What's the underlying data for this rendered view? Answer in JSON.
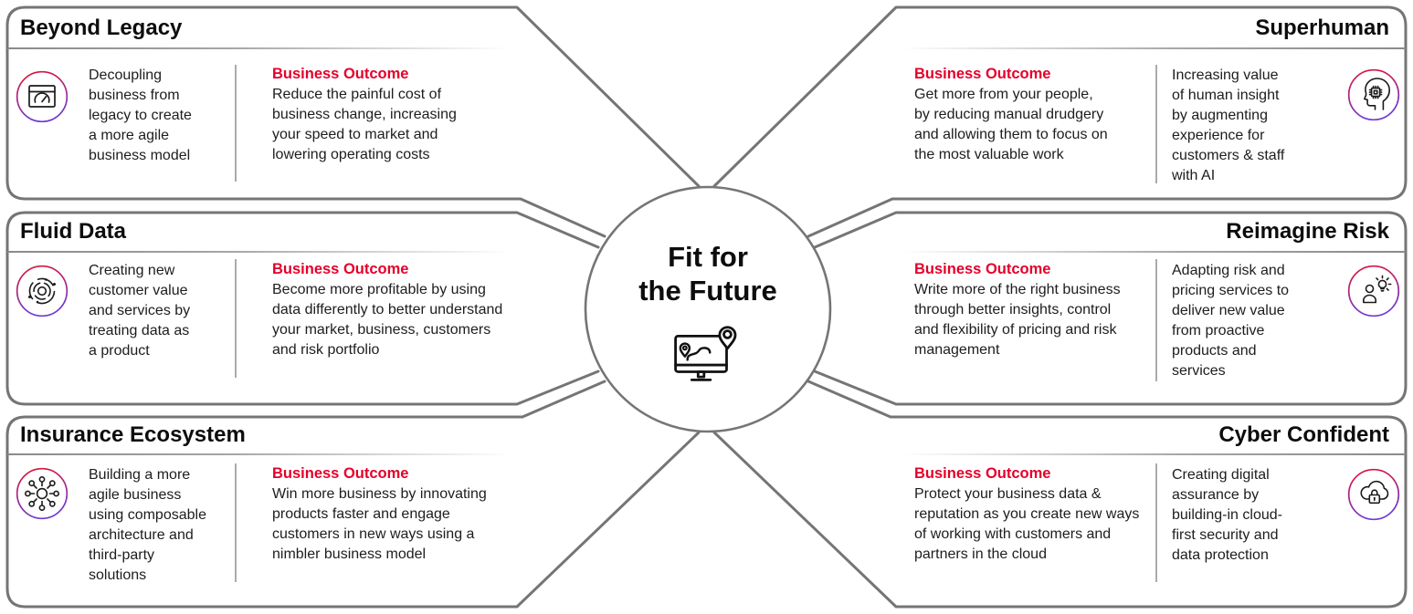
{
  "diagram": {
    "center": {
      "title": "Fit for\nthe Future",
      "icon": "map-monitor-icon"
    },
    "panels": [
      {
        "id": "beyond-legacy",
        "side": "left",
        "title": "Beyond Legacy",
        "icon": "gauge-browser-icon",
        "description": "Decoupling\nbusiness from\nlegacy to create\na more agile\nbusiness model",
        "outcome_label": "Business Outcome",
        "outcome": "Reduce the painful cost of\nbusiness change, increasing\nyour speed to market and\nlowering operating costs"
      },
      {
        "id": "fluid-data",
        "side": "left",
        "title": "Fluid Data",
        "icon": "data-orbit-icon",
        "description": "Creating new\ncustomer value\nand services by\ntreating data as\na product",
        "outcome_label": "Business Outcome",
        "outcome": "Become more profitable by using\ndata differently to better understand\nyour market, business, customers\nand risk portfolio"
      },
      {
        "id": "insurance-ecosystem",
        "side": "left",
        "title": "Insurance Ecosystem",
        "icon": "network-hub-icon",
        "description": "Building a more\nagile business\nusing composable\narchitecture and\nthird-party\nsolutions",
        "outcome_label": "Business Outcome",
        "outcome": "Win more business by innovating\nproducts faster and engage\ncustomers in new ways using a\nnimbler business model"
      },
      {
        "id": "superhuman",
        "side": "right",
        "title": "Superhuman",
        "icon": "ai-head-icon",
        "description": "Increasing value\nof human insight\nby augmenting\nexperience for\ncustomers & staff\nwith AI",
        "outcome_label": "Business Outcome",
        "outcome": "Get more from your people,\nby reducing manual drudgery\nand allowing them to focus on\nthe most valuable work"
      },
      {
        "id": "reimagine-risk",
        "side": "right",
        "title": "Reimagine Risk",
        "icon": "person-idea-icon",
        "description": "Adapting risk and\npricing services to\ndeliver new value\nfrom proactive\nproducts and\nservices",
        "outcome_label": "Business Outcome",
        "outcome": "Write more of the right business\nthrough better insights, control\nand flexibility of pricing and risk\nmanagement"
      },
      {
        "id": "cyber-confident",
        "side": "right",
        "title": "Cyber Confident",
        "icon": "cloud-lock-icon",
        "description": "Creating digital\nassurance by\nbuilding-in cloud-\nfirst security and\ndata protection",
        "outcome_label": "Business Outcome",
        "outcome": "Protect your business data &\nreputation as you create new ways\nof working with customers and\npartners in the cloud"
      }
    ],
    "colors": {
      "accent_red": "#E4002B",
      "ring_purple": "#6F3BD4",
      "outline_gray": "#757575"
    }
  }
}
